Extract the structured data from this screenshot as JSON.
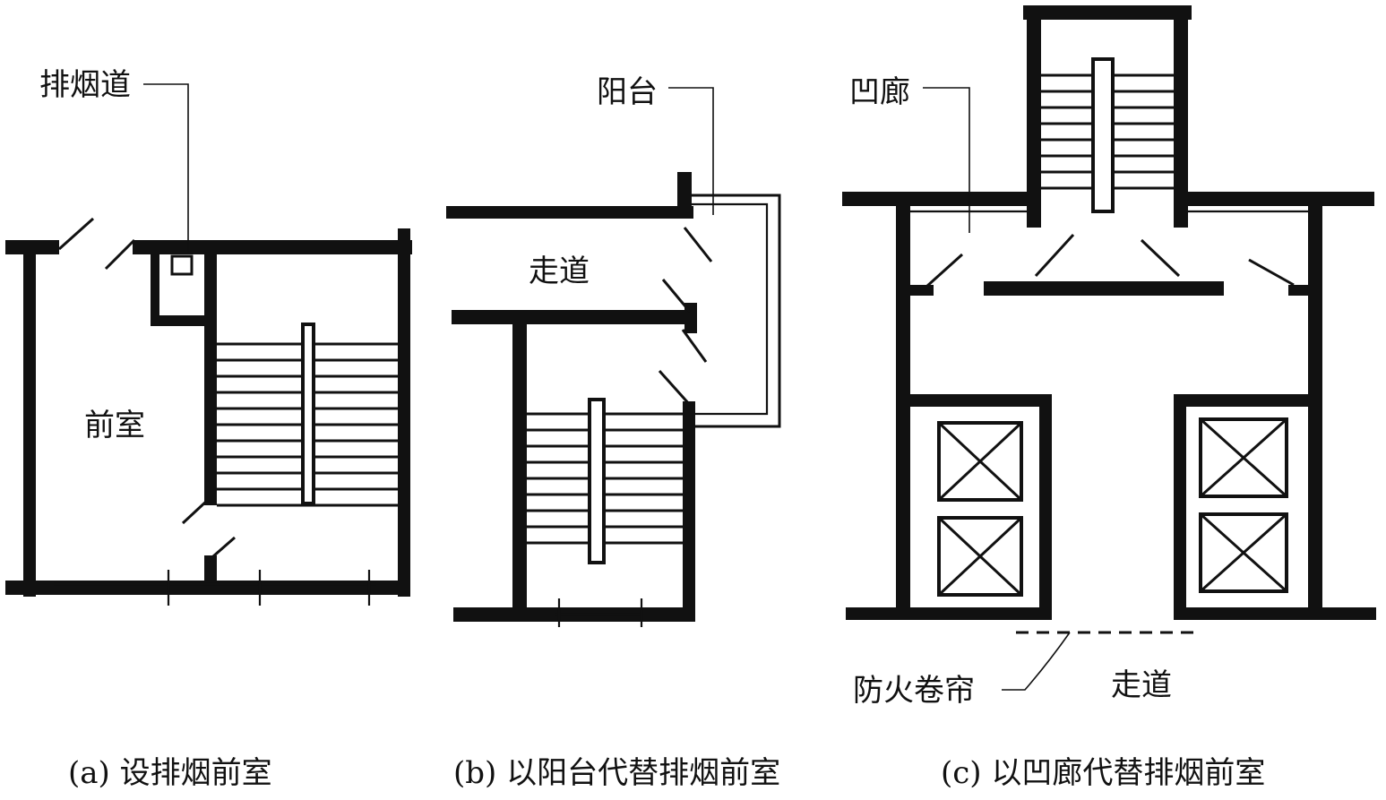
{
  "figure": {
    "panels": [
      {
        "id": "a",
        "caption": "(a) 设排烟前室",
        "labels": {
          "smoke_shaft": "排烟道",
          "front_room": "前室"
        }
      },
      {
        "id": "b",
        "caption": "(b) 以阳台代替排烟前室",
        "labels": {
          "balcony": "阳台",
          "corridor": "走道"
        }
      },
      {
        "id": "c",
        "caption": "(c) 以凹廊代替排烟前室",
        "labels": {
          "recessed_corridor": "凹廊",
          "fire_shutter": "防火卷帘",
          "corridor": "走道"
        }
      }
    ]
  },
  "colors": {
    "ink": "#111111",
    "paper": "#ffffff"
  }
}
